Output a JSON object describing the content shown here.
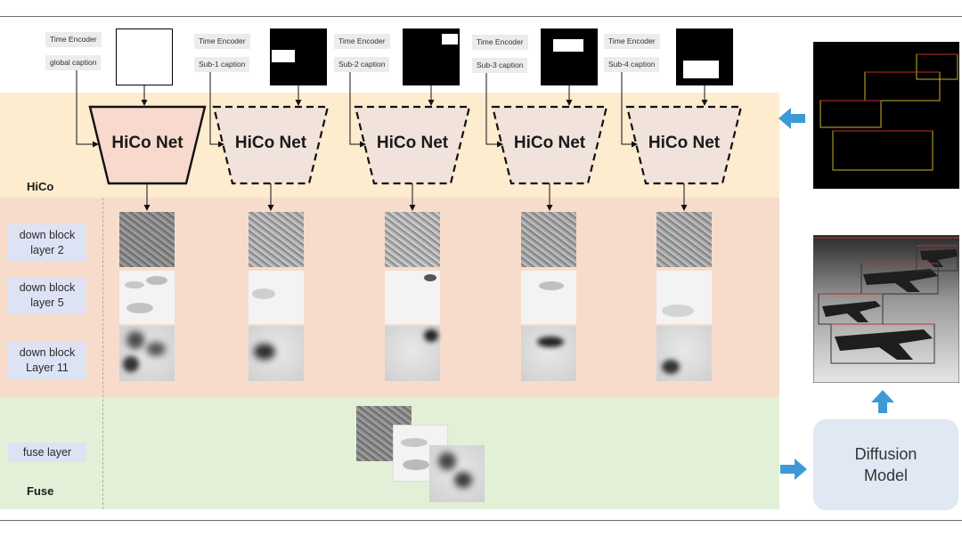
{
  "sections": {
    "hico": "HiCo",
    "fuse": "Fuse"
  },
  "rows": {
    "layer2": "down block layer 2",
    "layer5": "down block layer 5",
    "layer11": "down block Layer 11",
    "fuse": "fuse layer"
  },
  "branches": [
    {
      "encoder": "Time Encoder",
      "caption": "global caption",
      "net": "HiCo Net",
      "style": "solid"
    },
    {
      "encoder": "Time Encoder",
      "caption": "Sub-1 caption",
      "net": "HiCo Net",
      "style": "dashed"
    },
    {
      "encoder": "Time Encoder",
      "caption": "Sub-2 caption",
      "net": "HiCo Net",
      "style": "dashed"
    },
    {
      "encoder": "Time Encoder",
      "caption": "Sub-3 caption",
      "net": "HiCo Net",
      "style": "dashed"
    },
    {
      "encoder": "Time Encoder",
      "caption": "Sub-4 caption",
      "net": "HiCo Net",
      "style": "dashed"
    }
  ],
  "diffusion": {
    "line1": "Diffusion",
    "line2": "Model"
  },
  "colors": {
    "hico_band": "#fdeccd",
    "down_band": "#f8dccb",
    "fuse_band": "#e3f0d8",
    "arrow_blue": "#3d9ad6",
    "net_fill_solid": "#f7d9cd",
    "net_fill_dashed": "#f1e2dc",
    "diffusion_box": "#dfe8f3",
    "row_label_bg": "#dde3f4"
  }
}
